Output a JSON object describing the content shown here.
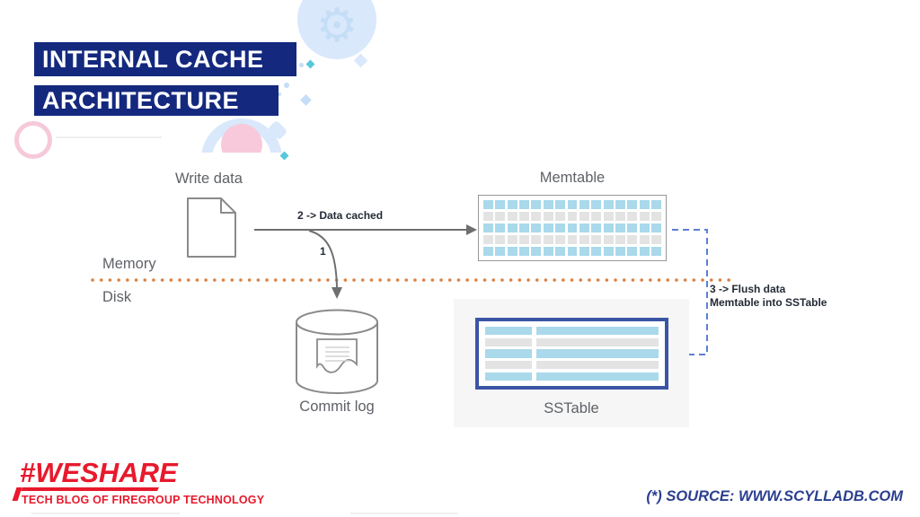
{
  "title": {
    "line1": "INTERNAL CACHE",
    "line2": "ARCHITECTURE"
  },
  "diagram": {
    "write_data_label": "Write data",
    "memtable_label": "Memtable",
    "memory_label": "Memory",
    "disk_label": "Disk",
    "commit_log_label": "Commit log",
    "sstable_label": "SSTable",
    "arrow1_label": "1",
    "arrow2_label": "2 -> Data cached",
    "arrow3_label_line1": "3 -> Flush data",
    "arrow3_label_line2": "Memtable into SSTable",
    "memtable_grid": {
      "columns": 15,
      "row_colors": [
        "blue",
        "gray",
        "blue",
        "gray",
        "blue"
      ]
    },
    "sstable_rows": {
      "row_colors": [
        "blue",
        "gray",
        "blue",
        "gray",
        "blue"
      ],
      "col_widths": [
        "27%",
        "68%"
      ]
    }
  },
  "icons": {
    "gear": "⚙"
  },
  "footer": {
    "logo_text": "#WESHARE",
    "tagline": "TECH BLOG OF FIREGROUP TECHNOLOGY",
    "source_note": "(*) SOURCE: WWW.SCYLLADB.COM"
  },
  "colors": {
    "title_navy": "#14297e",
    "cell_blue": "#a9d9ea",
    "cell_gray": "#e3e3e3",
    "sstable_border": "#3b55a5",
    "flush_blue": "#5b7fd6",
    "flush_arrowhead": "#2f55c0",
    "divider_orange": "#dd8040",
    "arrow_gray": "#6f6f6f",
    "icon_stroke": "#8a8a8a",
    "brand_red": "#e8192c",
    "source_navy": "#2b3f8f",
    "decor_blue_light": "#d9e8fb",
    "decor_blue_line": "#c5def6",
    "decor_pink_line": "#f6c9da",
    "decor_pink_fill": "#f8c9da",
    "decor_teal": "#57c8db"
  }
}
